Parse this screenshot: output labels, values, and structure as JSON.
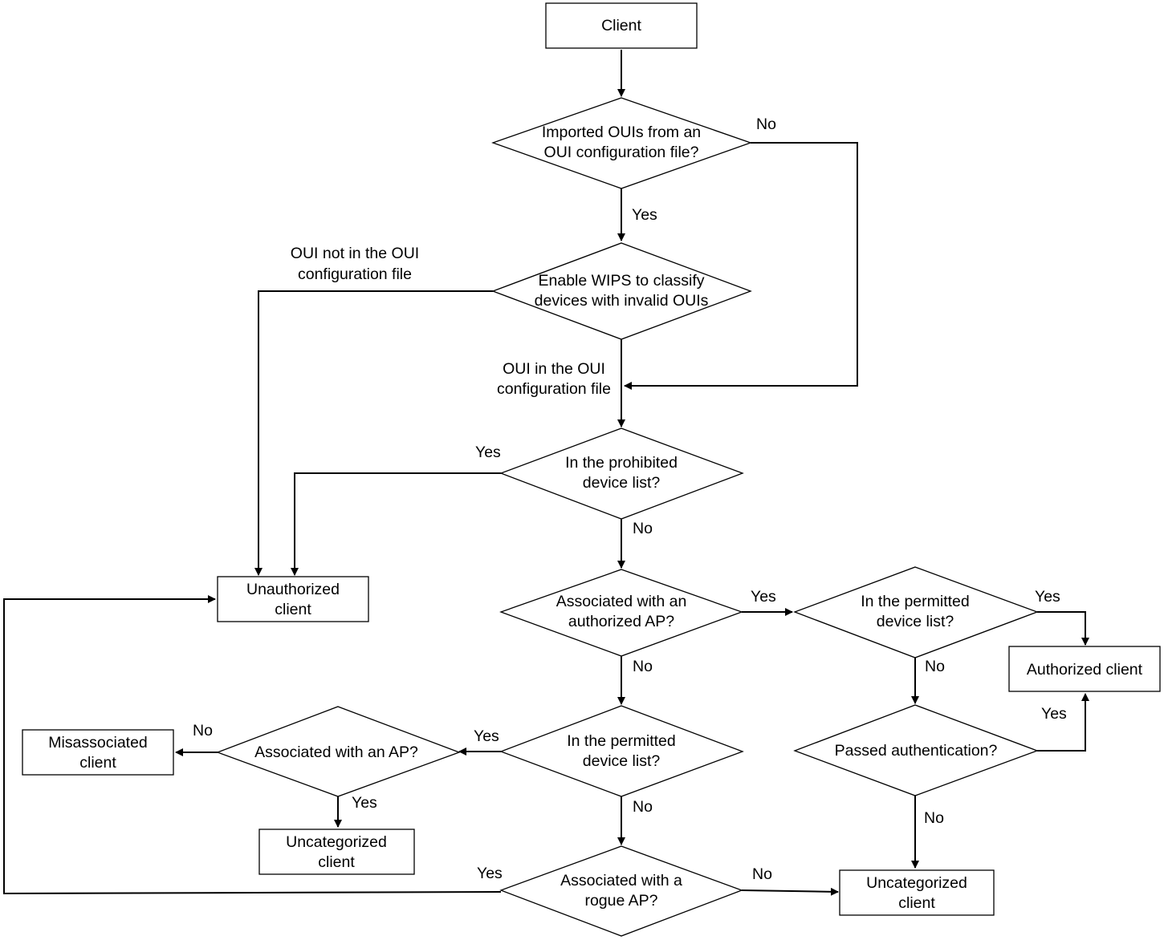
{
  "nodes": {
    "client": {
      "lines": [
        "Client"
      ]
    },
    "imported_ouis": {
      "lines": [
        "Imported OUIs from an",
        "OUI configuration file?"
      ]
    },
    "enable_wips": {
      "lines": [
        "Enable WIPS to classify",
        "devices with invalid OUIs"
      ]
    },
    "prohibited_list": {
      "lines": [
        "In the prohibited",
        "device list?"
      ]
    },
    "unauthorized_client": {
      "lines": [
        "Unauthorized",
        "client"
      ]
    },
    "assoc_authorized_ap": {
      "lines": [
        "Associated with an",
        "authorized AP?"
      ]
    },
    "permitted_list_right": {
      "lines": [
        "In the permitted",
        "device list?"
      ]
    },
    "authorized_client": {
      "lines": [
        "Authorized client"
      ]
    },
    "passed_auth": {
      "lines": [
        "Passed authentication?"
      ]
    },
    "permitted_list_mid": {
      "lines": [
        "In the permitted",
        "device list?"
      ]
    },
    "assoc_an_ap": {
      "lines": [
        "Associated with an AP?"
      ]
    },
    "misassociated_client": {
      "lines": [
        "Misassociated",
        "client"
      ]
    },
    "uncategorized_client_mid": {
      "lines": [
        "Uncategorized",
        "client"
      ]
    },
    "assoc_rogue_ap": {
      "lines": [
        "Associated with a",
        "rogue AP?"
      ]
    },
    "uncategorized_client_right": {
      "lines": [
        "Uncategorized",
        "client"
      ]
    }
  },
  "edge_labels": {
    "imported_no": {
      "lines": [
        "No"
      ]
    },
    "imported_yes": {
      "lines": [
        "Yes"
      ]
    },
    "oui_not_in_file": {
      "lines": [
        "OUI not in the OUI",
        "configuration file"
      ]
    },
    "oui_in_file": {
      "lines": [
        "OUI in the OUI",
        "configuration file"
      ]
    },
    "prohibited_yes": {
      "lines": [
        "Yes"
      ]
    },
    "prohibited_no": {
      "lines": [
        "No"
      ]
    },
    "assoc_authorized_yes": {
      "lines": [
        "Yes"
      ]
    },
    "assoc_authorized_no": {
      "lines": [
        "No"
      ]
    },
    "permitted_right_yes": {
      "lines": [
        "Yes"
      ]
    },
    "permitted_right_no": {
      "lines": [
        "No"
      ]
    },
    "auth_yes": {
      "lines": [
        "Yes"
      ]
    },
    "auth_no": {
      "lines": [
        "No"
      ]
    },
    "permitted_mid_yes": {
      "lines": [
        "Yes"
      ]
    },
    "permitted_mid_no": {
      "lines": [
        "No"
      ]
    },
    "assoc_ap_no": {
      "lines": [
        "No"
      ]
    },
    "assoc_ap_yes": {
      "lines": [
        "Yes"
      ]
    },
    "rogue_yes": {
      "lines": [
        "Yes"
      ]
    },
    "rogue_no": {
      "lines": [
        "No"
      ]
    }
  }
}
